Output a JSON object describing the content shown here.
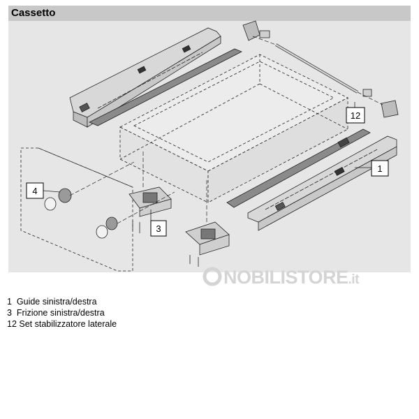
{
  "panel": {
    "title": "Cassetto"
  },
  "callouts": [
    {
      "num": "1"
    },
    {
      "num": "3"
    },
    {
      "num": "4"
    },
    {
      "num": "12"
    }
  ],
  "legend": [
    {
      "num": "1",
      "text": "Guide sinistra/destra"
    },
    {
      "num": "3",
      "text": "Frizione sinistra/destra"
    },
    {
      "num": "12",
      "text": "Set stabilizzatore laterale"
    }
  ],
  "watermark": {
    "name": "NOBILISTORE",
    "tld": ".it"
  },
  "colors": {
    "panel_bg": "#e6e6e6",
    "header_bg": "#c8c8c8",
    "watermark": "#d4d4d4"
  }
}
